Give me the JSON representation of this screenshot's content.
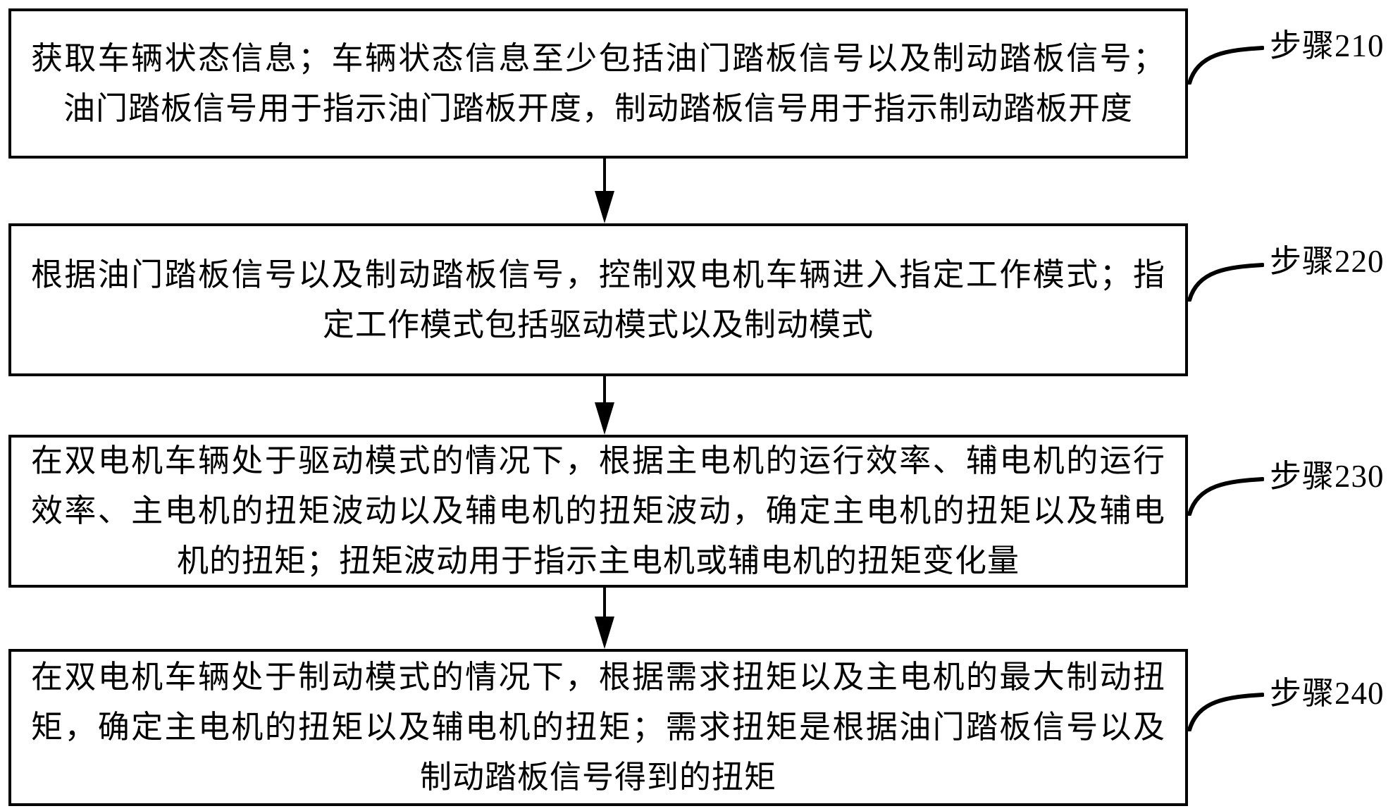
{
  "figure": {
    "background_color": "#ffffff",
    "line_color": "#000000",
    "steps": [
      {
        "id": "210",
        "label": "步骤210",
        "lines": [
          "获取车辆状态信息；车辆状态信息至少包括油门踏板信号以及制动踏板信号；",
          "油门踏板信号用于指示油门踏板开度，制动踏板信号用于指示制动踏板开度"
        ]
      },
      {
        "id": "220",
        "label": "步骤220",
        "lines": [
          "根据油门踏板信号以及制动踏板信号，控制双电机车辆进入指定工作模式；指",
          "定工作模式包括驱动模式以及制动模式"
        ]
      },
      {
        "id": "230",
        "label": "步骤230",
        "lines": [
          "在双电机车辆处于驱动模式的情况下，根据主电机的运行效率、辅电机的运行",
          "效率、主电机的扭矩波动以及辅电机的扭矩波动，确定主电机的扭矩以及辅电",
          "机的扭矩；扭矩波动用于指示主电机或辅电机的扭矩变化量"
        ]
      },
      {
        "id": "240",
        "label": "步骤240",
        "lines": [
          "在双电机车辆处于制动模式的情况下，根据需求扭矩以及主电机的最大制动扭",
          "矩，确定主电机的扭矩以及辅电机的扭矩；需求扭矩是根据油门踏板信号以及",
          "制动踏板信号得到的扭矩"
        ]
      }
    ]
  }
}
